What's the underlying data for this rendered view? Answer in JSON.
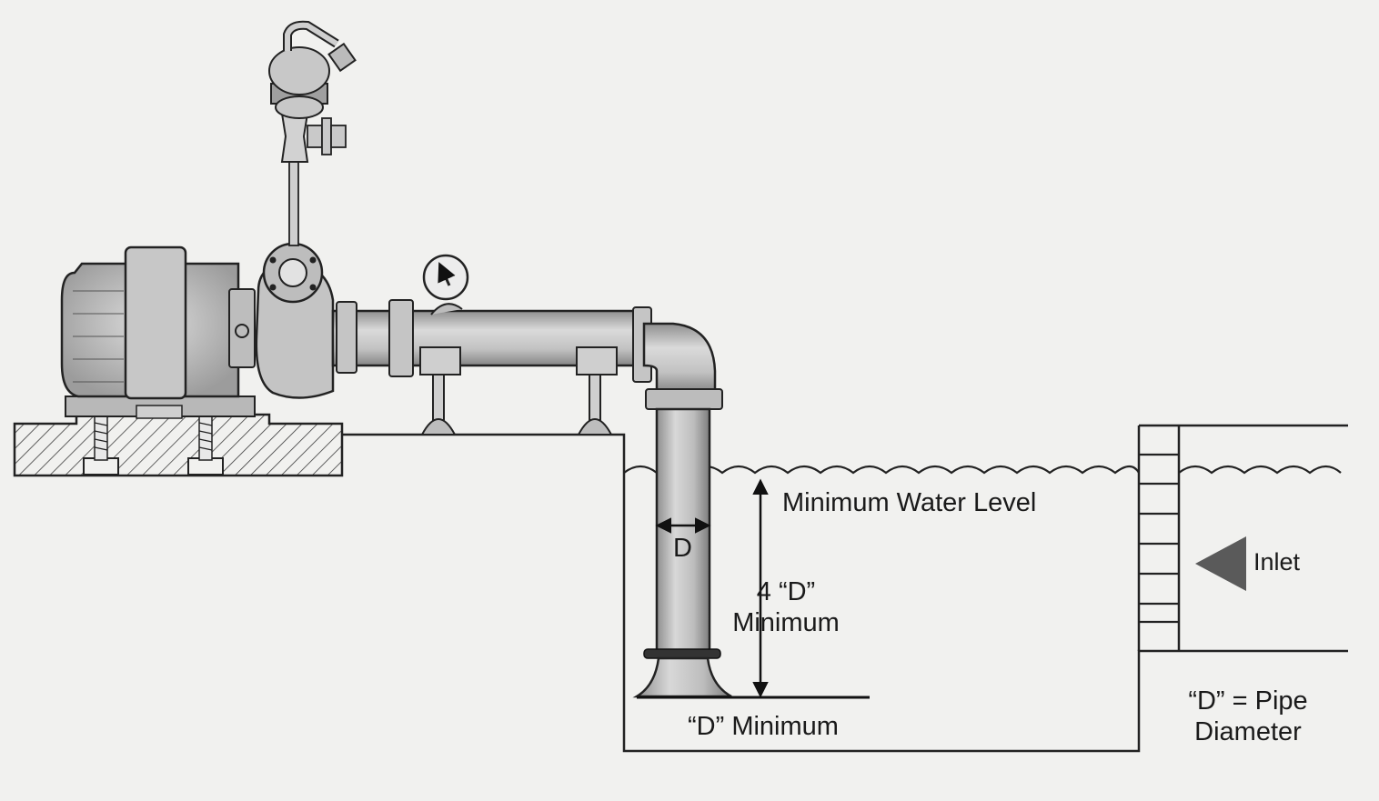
{
  "labels": {
    "min_water_level": "Minimum Water Level",
    "d_marker": "D",
    "four_d_line1": "4 “D”",
    "four_d_line2": "Minimum",
    "d_minimum": "“D” Minimum",
    "inlet": "Inlet",
    "legend_line1": "“D” = Pipe",
    "legend_line2": "Diameter"
  },
  "colors": {
    "background": "#f1f1ef",
    "ink": "#1a1a1a",
    "metal": "#c9c9c9",
    "metal_dark": "#9a9a9a",
    "inlet_arrow": "#5a5a5a"
  },
  "icons": {
    "pump": "centrifugal-pump-icon",
    "gauge": "pressure-gauge-icon",
    "valve": "valve-icon",
    "inlet_arrow": "triangle-arrow-icon"
  }
}
